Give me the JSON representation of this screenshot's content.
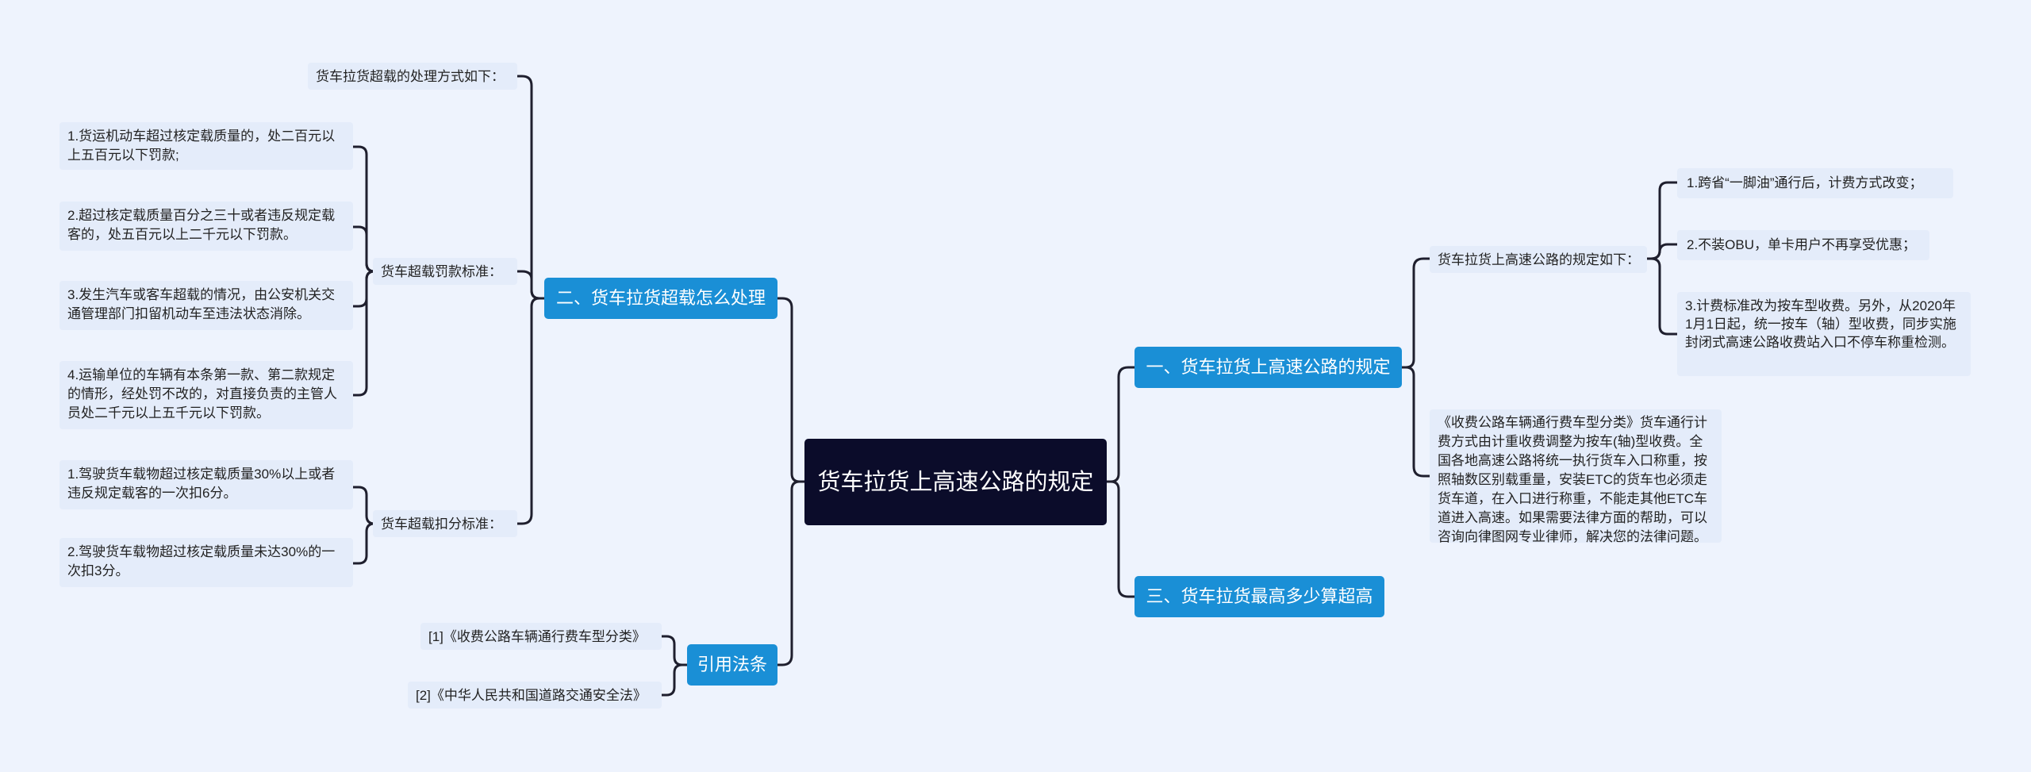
{
  "root": {
    "title": "货车拉货上高速公路的规定"
  },
  "branches": {
    "b1": {
      "label": "一、货车拉货上高速公路的规定",
      "sub_heading": "货车拉货上高速公路的规定如下：",
      "items": [
        "1.跨省“一脚油”通行后，计费方式改变；",
        "2.不装OBU，单卡用户不再享受优惠；",
        "3.计费标准改为按车型收费。另外，从2020年1月1日起，统一按车（轴）型收费，同步实施封闭式高速公路收费站入口不停车称重检测。"
      ],
      "note": "《收费公路车辆通行费车型分类》货车通行计费方式由计重收费调整为按车(轴)型收费。全国各地高速公路将统一执行货车入口称重，按照轴数区别载重量，安装ETC的货车也必须走货车道，在入口进行称重，不能走其他ETC车道进入高速。如果需要法律方面的帮助，可以咨询向律图网专业律师，解决您的法律问题。"
    },
    "b2": {
      "label": "二、货车拉货超载怎么处理",
      "intro": "货车拉货超载的处理方式如下：",
      "fine_heading": "货车超载罚款标准：",
      "fines": [
        "1.货运机动车超过核定载质量的，处二百元以上五百元以下罚款;",
        "2.超过核定载质量百分之三十或者违反规定载客的，处五百元以上二千元以下罚款。",
        "3.发生汽车或客车超载的情况，由公安机关交通管理部门扣留机动车至违法状态消除。",
        "4.运输单位的车辆有本条第一款、第二款规定的情形，经处罚不改的，对直接负责的主管人员处二千元以上五千元以下罚款。"
      ],
      "points_heading": "货车超载扣分标准：",
      "points": [
        "1.驾驶货车载物超过核定载质量30%以上或者违反规定载客的一次扣6分。",
        "2.驾驶货车载物超过核定载质量未达30%的一次扣3分。"
      ]
    },
    "b3": {
      "label": "三、货车拉货最高多少算超高"
    },
    "refs": {
      "label": "引用法条",
      "items": [
        "[1]《收费公路车辆通行费车型分类》",
        "[2]《中华人民共和国道路交通安全法》"
      ]
    }
  },
  "colors": {
    "root": "#0b0c2a",
    "branch": "#1a8fd6",
    "leaf": "#e4ecfa",
    "background": "#eef3fd",
    "line": "#1f1f2e"
  }
}
